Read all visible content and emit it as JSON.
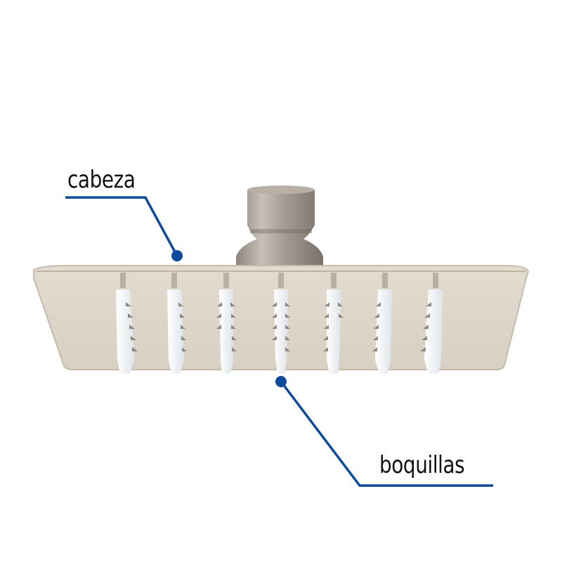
{
  "diagram": {
    "subject": "square shower head (regadera cuadrada)",
    "callouts": [
      {
        "label": "cabeza",
        "target": "shower head plate"
      },
      {
        "label": "boquillas",
        "target": "nozzles"
      }
    ],
    "nozzle_count": 7
  },
  "colors": {
    "callout_line": "#0d4a9c",
    "plate": "#ddd5c8",
    "plate_edge": "#c9c0b2",
    "connector": "#a49c92",
    "nozzle": "#eef2f4",
    "background": "#ffffff",
    "text": "#111111"
  }
}
